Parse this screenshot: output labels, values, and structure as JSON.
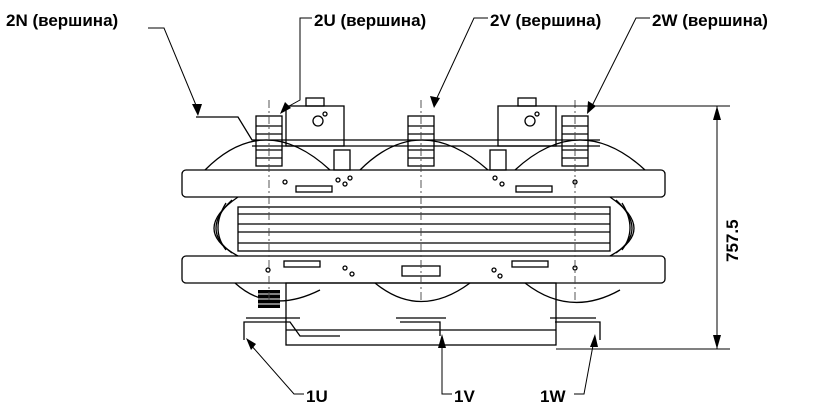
{
  "labels": {
    "top": [
      {
        "id": "2N",
        "text": "2N (вершина)"
      },
      {
        "id": "2U",
        "text": "2U (вершина)"
      },
      {
        "id": "2V",
        "text": "2V (вершина)"
      },
      {
        "id": "2W",
        "text": "2W (вершина)"
      }
    ],
    "bottom": [
      {
        "id": "1U",
        "text": "1U"
      },
      {
        "id": "1V",
        "text": "1V"
      },
      {
        "id": "1W",
        "text": "1W"
      }
    ]
  },
  "dimension": {
    "height_value": "757.5"
  },
  "colors": {
    "line": "#000000",
    "background": "#ffffff",
    "hidden_line": "#444444"
  }
}
